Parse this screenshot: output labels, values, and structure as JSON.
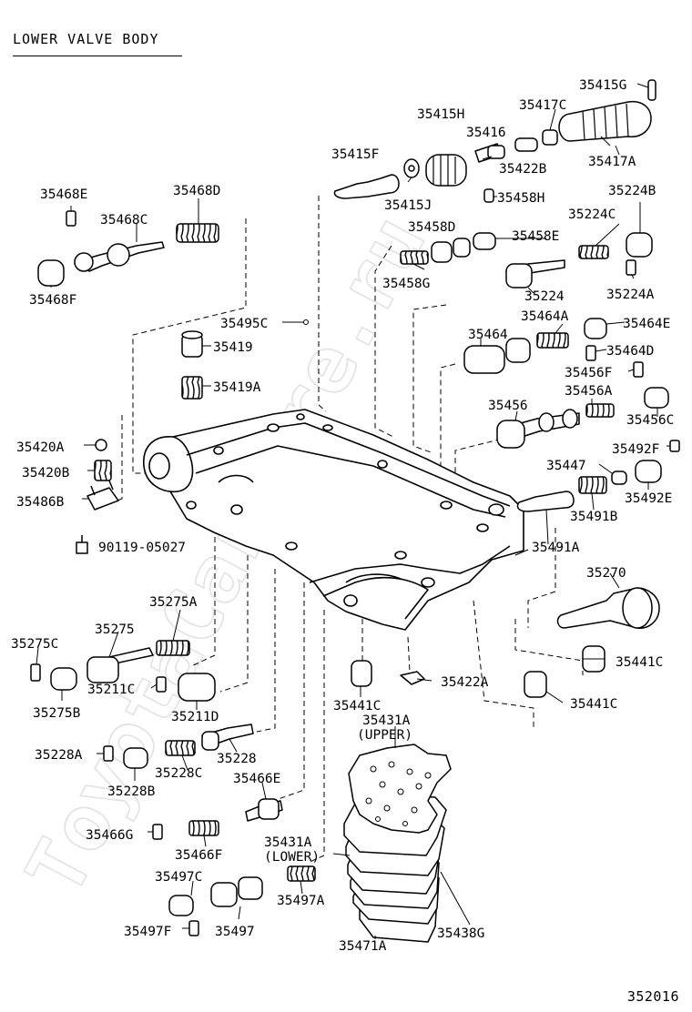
{
  "title": "LOWER VALVE BODY",
  "diagram_number": "352016",
  "watermark": "ToyotaCarMire.ru",
  "parts": [
    {
      "id": "p1",
      "label": "35415G"
    },
    {
      "id": "p2",
      "label": "35417C"
    },
    {
      "id": "p3",
      "label": "35415H"
    },
    {
      "id": "p4",
      "label": "35416"
    },
    {
      "id": "p5",
      "label": "35415F"
    },
    {
      "id": "p6",
      "label": "35422B"
    },
    {
      "id": "p7",
      "label": "35417A"
    },
    {
      "id": "p8",
      "label": "35415J"
    },
    {
      "id": "p9",
      "label": "35458H"
    },
    {
      "id": "p10",
      "label": "35224B"
    },
    {
      "id": "p11",
      "label": "35468E"
    },
    {
      "id": "p12",
      "label": "35468D"
    },
    {
      "id": "p13",
      "label": "35468C"
    },
    {
      "id": "p14",
      "label": "35458D"
    },
    {
      "id": "p15",
      "label": "35224C"
    },
    {
      "id": "p16",
      "label": "35458E"
    },
    {
      "id": "p17",
      "label": "35458G"
    },
    {
      "id": "p18",
      "label": "35468F"
    },
    {
      "id": "p19",
      "label": "35224"
    },
    {
      "id": "p20",
      "label": "35224A"
    },
    {
      "id": "p21",
      "label": "35464A"
    },
    {
      "id": "p22",
      "label": "35495C"
    },
    {
      "id": "p23",
      "label": "35464"
    },
    {
      "id": "p24",
      "label": "35464E"
    },
    {
      "id": "p25",
      "label": "35419"
    },
    {
      "id": "p26",
      "label": "35464D"
    },
    {
      "id": "p27",
      "label": "35456F"
    },
    {
      "id": "p28",
      "label": "35419A"
    },
    {
      "id": "p29",
      "label": "35456A"
    },
    {
      "id": "p30",
      "label": "35456"
    },
    {
      "id": "p31",
      "label": "35456C"
    },
    {
      "id": "p32",
      "label": "35420A"
    },
    {
      "id": "p33",
      "label": "35492F"
    },
    {
      "id": "p34",
      "label": "35447"
    },
    {
      "id": "p35",
      "label": "35420B"
    },
    {
      "id": "p36",
      "label": "35492E"
    },
    {
      "id": "p37",
      "label": "35486B"
    },
    {
      "id": "p38",
      "label": "35491B"
    },
    {
      "id": "p39",
      "label": "90119-05027"
    },
    {
      "id": "p40",
      "label": "35491A"
    },
    {
      "id": "p41",
      "label": "35270"
    },
    {
      "id": "p42",
      "label": "35275A"
    },
    {
      "id": "p43",
      "label": "35275C"
    },
    {
      "id": "p44",
      "label": "35275"
    },
    {
      "id": "p45",
      "label": "35441C"
    },
    {
      "id": "p46",
      "label": "35211C"
    },
    {
      "id": "p47",
      "label": "35422A"
    },
    {
      "id": "p48",
      "label": "35275B"
    },
    {
      "id": "p49",
      "label": "35211D"
    },
    {
      "id": "p50",
      "label": "35441C"
    },
    {
      "id": "p51",
      "label": "35441C"
    },
    {
      "id": "p52",
      "label": "35431A"
    },
    {
      "id": "p53",
      "label": "(UPPER)"
    },
    {
      "id": "p54",
      "label": "35228A"
    },
    {
      "id": "p55",
      "label": "35228"
    },
    {
      "id": "p56",
      "label": "35228C"
    },
    {
      "id": "p57",
      "label": "35228B"
    },
    {
      "id": "p58",
      "label": "35466E"
    },
    {
      "id": "p59",
      "label": "35466G"
    },
    {
      "id": "p60",
      "label": "35466F"
    },
    {
      "id": "p61",
      "label": "35431A"
    },
    {
      "id": "p62",
      "label": "(LOWER)"
    },
    {
      "id": "p63",
      "label": "35497C"
    },
    {
      "id": "p64",
      "label": "35497A"
    },
    {
      "id": "p65",
      "label": "35497F"
    },
    {
      "id": "p66",
      "label": "35497"
    },
    {
      "id": "p67",
      "label": "35438G"
    },
    {
      "id": "p68",
      "label": "35471A"
    }
  ]
}
